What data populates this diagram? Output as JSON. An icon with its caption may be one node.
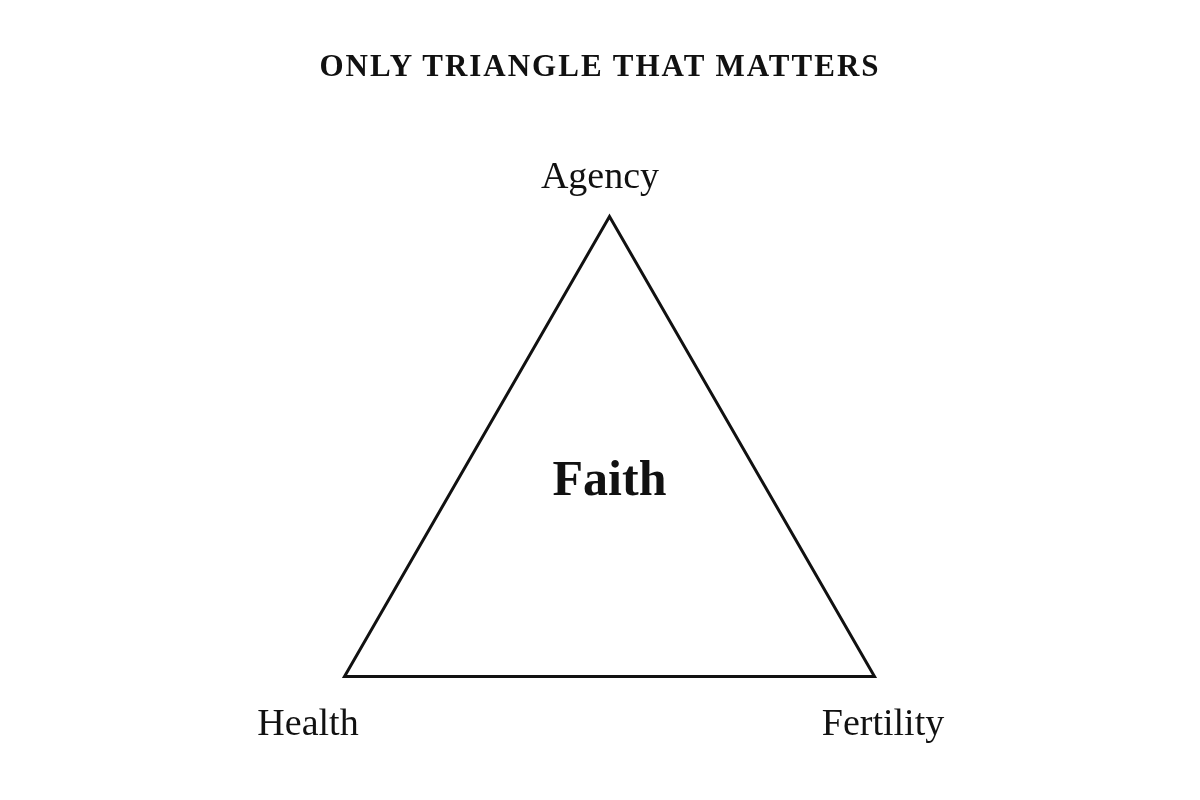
{
  "diagram": {
    "title": "ONLY TRIANGLE THAT MATTERS",
    "nodes": [
      {
        "text": [
          "Faith"
        ],
        "beside": [
          "Agency",
          "Health",
          "Fertility"
        ]
      }
    ]
  }
}
